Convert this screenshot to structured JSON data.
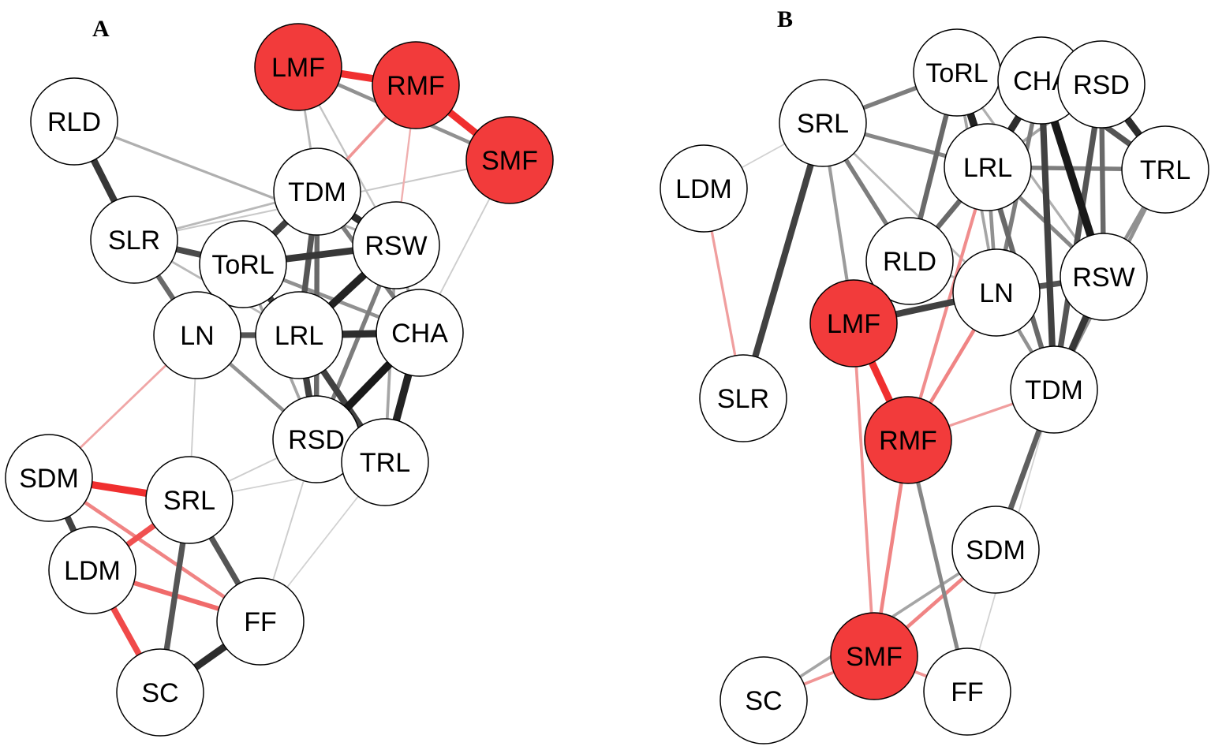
{
  "colors": {
    "highlight_fill": "#f23b3b",
    "node_fill": "#ffffff",
    "node_stroke": "#000000"
  },
  "panels": [
    {
      "id": "A",
      "label": "A",
      "nodes": [
        {
          "id": "LMF",
          "label": "LMF",
          "highlight": true
        },
        {
          "id": "RMF",
          "label": "RMF",
          "highlight": true
        },
        {
          "id": "SMF",
          "label": "SMF",
          "highlight": true
        },
        {
          "id": "RLD",
          "label": "RLD",
          "highlight": false
        },
        {
          "id": "TDM",
          "label": "TDM",
          "highlight": false
        },
        {
          "id": "SLR",
          "label": "SLR",
          "highlight": false
        },
        {
          "id": "ToRL",
          "label": "ToRL",
          "highlight": false
        },
        {
          "id": "RSW",
          "label": "RSW",
          "highlight": false
        },
        {
          "id": "LN",
          "label": "LN",
          "highlight": false
        },
        {
          "id": "LRL",
          "label": "LRL",
          "highlight": false
        },
        {
          "id": "CHA",
          "label": "CHA",
          "highlight": false
        },
        {
          "id": "RSD",
          "label": "RSD",
          "highlight": false
        },
        {
          "id": "TRL",
          "label": "TRL",
          "highlight": false
        },
        {
          "id": "SDM",
          "label": "SDM",
          "highlight": false
        },
        {
          "id": "SRL",
          "label": "SRL",
          "highlight": false
        },
        {
          "id": "LDM",
          "label": "LDM",
          "highlight": false
        },
        {
          "id": "FF",
          "label": "FF",
          "highlight": false
        },
        {
          "id": "SC",
          "label": "SC",
          "highlight": false
        }
      ],
      "edges": [
        {
          "from": "LMF",
          "to": "RMF",
          "color": "red",
          "strength": 0.9
        },
        {
          "from": "RMF",
          "to": "SMF",
          "color": "red",
          "strength": 0.9
        },
        {
          "from": "LMF",
          "to": "SMF",
          "color": "gray",
          "strength": 0.4
        },
        {
          "from": "RMF",
          "to": "TDM",
          "color": "red",
          "strength": 0.3
        },
        {
          "from": "LMF",
          "to": "TDM",
          "color": "gray",
          "strength": 0.2
        },
        {
          "from": "LMF",
          "to": "RSW",
          "color": "gray",
          "strength": 0.15
        },
        {
          "from": "RMF",
          "to": "RSW",
          "color": "red",
          "strength": 0.15
        },
        {
          "from": "SMF",
          "to": "SLR",
          "color": "gray",
          "strength": 0.12
        },
        {
          "from": "SMF",
          "to": "CHA",
          "color": "gray",
          "strength": 0.1
        },
        {
          "from": "RLD",
          "to": "SLR",
          "color": "gray",
          "strength": 0.85
        },
        {
          "from": "RLD",
          "to": "RSW",
          "color": "gray",
          "strength": 0.25
        },
        {
          "from": "SLR",
          "to": "ToRL",
          "color": "gray",
          "strength": 0.75
        },
        {
          "from": "SLR",
          "to": "LN",
          "color": "gray",
          "strength": 0.6
        },
        {
          "from": "SLR",
          "to": "TDM",
          "color": "gray",
          "strength": 0.2
        },
        {
          "from": "SLR",
          "to": "LRL",
          "color": "gray",
          "strength": 0.2
        },
        {
          "from": "TDM",
          "to": "RSW",
          "color": "gray",
          "strength": 0.9
        },
        {
          "from": "TDM",
          "to": "ToRL",
          "color": "gray",
          "strength": 0.8
        },
        {
          "from": "TDM",
          "to": "LRL",
          "color": "gray",
          "strength": 0.7
        },
        {
          "from": "TDM",
          "to": "CHA",
          "color": "gray",
          "strength": 0.5
        },
        {
          "from": "TDM",
          "to": "RSD",
          "color": "gray",
          "strength": 0.6
        },
        {
          "from": "ToRL",
          "to": "RSW",
          "color": "gray",
          "strength": 0.85
        },
        {
          "from": "ToRL",
          "to": "LN",
          "color": "gray",
          "strength": 0.7
        },
        {
          "from": "ToRL",
          "to": "LRL",
          "color": "gray",
          "strength": 0.8
        },
        {
          "from": "ToRL",
          "to": "CHA",
          "color": "gray",
          "strength": 0.4
        },
        {
          "from": "ToRL",
          "to": "RSD",
          "color": "gray",
          "strength": 0.3
        },
        {
          "from": "RSW",
          "to": "LRL",
          "color": "gray",
          "strength": 0.95
        },
        {
          "from": "RSW",
          "to": "CHA",
          "color": "gray",
          "strength": 0.3
        },
        {
          "from": "RSW",
          "to": "RSD",
          "color": "gray",
          "strength": 0.5
        },
        {
          "from": "RSW",
          "to": "TRL",
          "color": "gray",
          "strength": 0.3
        },
        {
          "from": "LN",
          "to": "LRL",
          "color": "gray",
          "strength": 0.7
        },
        {
          "from": "LN",
          "to": "RSD",
          "color": "gray",
          "strength": 0.4
        },
        {
          "from": "LN",
          "to": "SDM",
          "color": "red",
          "strength": 0.2
        },
        {
          "from": "LN",
          "to": "SRL",
          "color": "gray",
          "strength": 0.1
        },
        {
          "from": "LRL",
          "to": "CHA",
          "color": "gray",
          "strength": 0.9
        },
        {
          "from": "LRL",
          "to": "RSD",
          "color": "gray",
          "strength": 0.8
        },
        {
          "from": "LRL",
          "to": "TRL",
          "color": "gray",
          "strength": 0.8
        },
        {
          "from": "CHA",
          "to": "RSD",
          "color": "gray",
          "strength": 1.0
        },
        {
          "from": "CHA",
          "to": "TRL",
          "color": "gray",
          "strength": 0.95
        },
        {
          "from": "RSD",
          "to": "TRL",
          "color": "gray",
          "strength": 0.4
        },
        {
          "from": "RSD",
          "to": "SRL",
          "color": "gray",
          "strength": 0.1
        },
        {
          "from": "RSD",
          "to": "FF",
          "color": "gray",
          "strength": 0.1
        },
        {
          "from": "TRL",
          "to": "FF",
          "color": "gray",
          "strength": 0.08
        },
        {
          "from": "TRL",
          "to": "SRL",
          "color": "gray",
          "strength": 0.08
        },
        {
          "from": "SDM",
          "to": "SRL",
          "color": "red",
          "strength": 0.9
        },
        {
          "from": "SDM",
          "to": "LDM",
          "color": "gray",
          "strength": 0.8
        },
        {
          "from": "SDM",
          "to": "FF",
          "color": "red",
          "strength": 0.4
        },
        {
          "from": "SRL",
          "to": "LDM",
          "color": "red",
          "strength": 0.7
        },
        {
          "from": "SRL",
          "to": "FF",
          "color": "gray",
          "strength": 0.7
        },
        {
          "from": "SRL",
          "to": "SC",
          "color": "gray",
          "strength": 0.7
        },
        {
          "from": "LDM",
          "to": "FF",
          "color": "red",
          "strength": 0.55
        },
        {
          "from": "LDM",
          "to": "SC",
          "color": "red",
          "strength": 0.75
        },
        {
          "from": "FF",
          "to": "SC",
          "color": "gray",
          "strength": 0.9
        }
      ]
    },
    {
      "id": "B",
      "label": "B",
      "nodes": [
        {
          "id": "ToRL",
          "label": "ToRL",
          "highlight": false
        },
        {
          "id": "CHA",
          "label": "CHA",
          "highlight": false
        },
        {
          "id": "RSD",
          "label": "RSD",
          "highlight": false
        },
        {
          "id": "SRL",
          "label": "SRL",
          "highlight": false
        },
        {
          "id": "LDM",
          "label": "LDM",
          "highlight": false
        },
        {
          "id": "LRL",
          "label": "LRL",
          "highlight": false
        },
        {
          "id": "TRL",
          "label": "TRL",
          "highlight": false
        },
        {
          "id": "RLD",
          "label": "RLD",
          "highlight": false
        },
        {
          "id": "LN",
          "label": "LN",
          "highlight": false
        },
        {
          "id": "RSW",
          "label": "RSW",
          "highlight": false
        },
        {
          "id": "LMF",
          "label": "LMF",
          "highlight": true
        },
        {
          "id": "SLR",
          "label": "SLR",
          "highlight": false
        },
        {
          "id": "TDM",
          "label": "TDM",
          "highlight": false
        },
        {
          "id": "RMF",
          "label": "RMF",
          "highlight": true
        },
        {
          "id": "SDM",
          "label": "SDM",
          "highlight": false
        },
        {
          "id": "SMF",
          "label": "SMF",
          "highlight": true
        },
        {
          "id": "SC",
          "label": "SC",
          "highlight": false
        },
        {
          "id": "FF",
          "label": "FF",
          "highlight": false
        }
      ],
      "edges": [
        {
          "from": "ToRL",
          "to": "CHA",
          "color": "gray",
          "strength": 0.4
        },
        {
          "from": "ToRL",
          "to": "LRL",
          "color": "gray",
          "strength": 0.95
        },
        {
          "from": "ToRL",
          "to": "RSD",
          "color": "gray",
          "strength": 0.3
        },
        {
          "from": "ToRL",
          "to": "SRL",
          "color": "gray",
          "strength": 0.5
        },
        {
          "from": "ToRL",
          "to": "RLD",
          "color": "gray",
          "strength": 0.6
        },
        {
          "from": "ToRL",
          "to": "LN",
          "color": "gray",
          "strength": 0.3
        },
        {
          "from": "ToRL",
          "to": "RSW",
          "color": "gray",
          "strength": 0.25
        },
        {
          "from": "ToRL",
          "to": "TDM",
          "color": "gray",
          "strength": 0.3
        },
        {
          "from": "CHA",
          "to": "RSD",
          "color": "gray",
          "strength": 0.2
        },
        {
          "from": "CHA",
          "to": "LRL",
          "color": "gray",
          "strength": 0.9
        },
        {
          "from": "CHA",
          "to": "TRL",
          "color": "gray",
          "strength": 0.7
        },
        {
          "from": "CHA",
          "to": "RSW",
          "color": "gray",
          "strength": 1.0
        },
        {
          "from": "CHA",
          "to": "TDM",
          "color": "gray",
          "strength": 0.8
        },
        {
          "from": "CHA",
          "to": "LN",
          "color": "gray",
          "strength": 0.5
        },
        {
          "from": "RSD",
          "to": "TRL",
          "color": "gray",
          "strength": 0.9
        },
        {
          "from": "RSD",
          "to": "RSW",
          "color": "gray",
          "strength": 0.6
        },
        {
          "from": "RSD",
          "to": "TDM",
          "color": "gray",
          "strength": 0.7
        },
        {
          "from": "RSD",
          "to": "LRL",
          "color": "gray",
          "strength": 0.3
        },
        {
          "from": "SRL",
          "to": "SLR",
          "color": "gray",
          "strength": 0.8
        },
        {
          "from": "SRL",
          "to": "LRL",
          "color": "gray",
          "strength": 0.45
        },
        {
          "from": "SRL",
          "to": "RLD",
          "color": "gray",
          "strength": 0.5
        },
        {
          "from": "SRL",
          "to": "LMF",
          "color": "gray",
          "strength": 0.35
        },
        {
          "from": "SRL",
          "to": "LN",
          "color": "gray",
          "strength": 0.2
        },
        {
          "from": "SRL",
          "to": "LDM",
          "color": "gray",
          "strength": 0.08
        },
        {
          "from": "LDM",
          "to": "SLR",
          "color": "red",
          "strength": 0.25
        },
        {
          "from": "LRL",
          "to": "TRL",
          "color": "gray",
          "strength": 0.5
        },
        {
          "from": "LRL",
          "to": "RLD",
          "color": "gray",
          "strength": 0.6
        },
        {
          "from": "LRL",
          "to": "RSW",
          "color": "gray",
          "strength": 0.45
        },
        {
          "from": "LRL",
          "to": "TDM",
          "color": "gray",
          "strength": 0.6
        },
        {
          "from": "LRL",
          "to": "LN",
          "color": "gray",
          "strength": 0.4
        },
        {
          "from": "TRL",
          "to": "RSW",
          "color": "gray",
          "strength": 0.4
        },
        {
          "from": "TRL",
          "to": "TDM",
          "color": "gray",
          "strength": 0.4
        },
        {
          "from": "RLD",
          "to": "LN",
          "color": "gray",
          "strength": 0.2
        },
        {
          "from": "RLD",
          "to": "LMF",
          "color": "gray",
          "strength": 0.4
        },
        {
          "from": "LN",
          "to": "RSW",
          "color": "gray",
          "strength": 0.7
        },
        {
          "from": "LN",
          "to": "LMF",
          "color": "gray",
          "strength": 0.8
        },
        {
          "from": "LN",
          "to": "TDM",
          "color": "gray",
          "strength": 0.4
        },
        {
          "from": "LN",
          "to": "RMF",
          "color": "red",
          "strength": 0.4
        },
        {
          "from": "RSW",
          "to": "TDM",
          "color": "gray",
          "strength": 0.85
        },
        {
          "from": "LMF",
          "to": "RMF",
          "color": "red",
          "strength": 0.9
        },
        {
          "from": "LMF",
          "to": "SMF",
          "color": "red",
          "strength": 0.3
        },
        {
          "from": "TDM",
          "to": "RMF",
          "color": "red",
          "strength": 0.25
        },
        {
          "from": "TDM",
          "to": "SDM",
          "color": "gray",
          "strength": 0.65
        },
        {
          "from": "TDM",
          "to": "FF",
          "color": "gray",
          "strength": 0.08
        },
        {
          "from": "RMF",
          "to": "SMF",
          "color": "red",
          "strength": 0.4
        },
        {
          "from": "RMF",
          "to": "FF",
          "color": "gray",
          "strength": 0.45
        },
        {
          "from": "RMF",
          "to": "LRL",
          "color": "red",
          "strength": 0.35
        },
        {
          "from": "SDM",
          "to": "SMF",
          "color": "red",
          "strength": 0.4
        },
        {
          "from": "SDM",
          "to": "SC",
          "color": "gray",
          "strength": 0.3
        },
        {
          "from": "SMF",
          "to": "SC",
          "color": "red",
          "strength": 0.3
        },
        {
          "from": "SMF",
          "to": "FF",
          "color": "red",
          "strength": 0.3
        }
      ]
    }
  ]
}
